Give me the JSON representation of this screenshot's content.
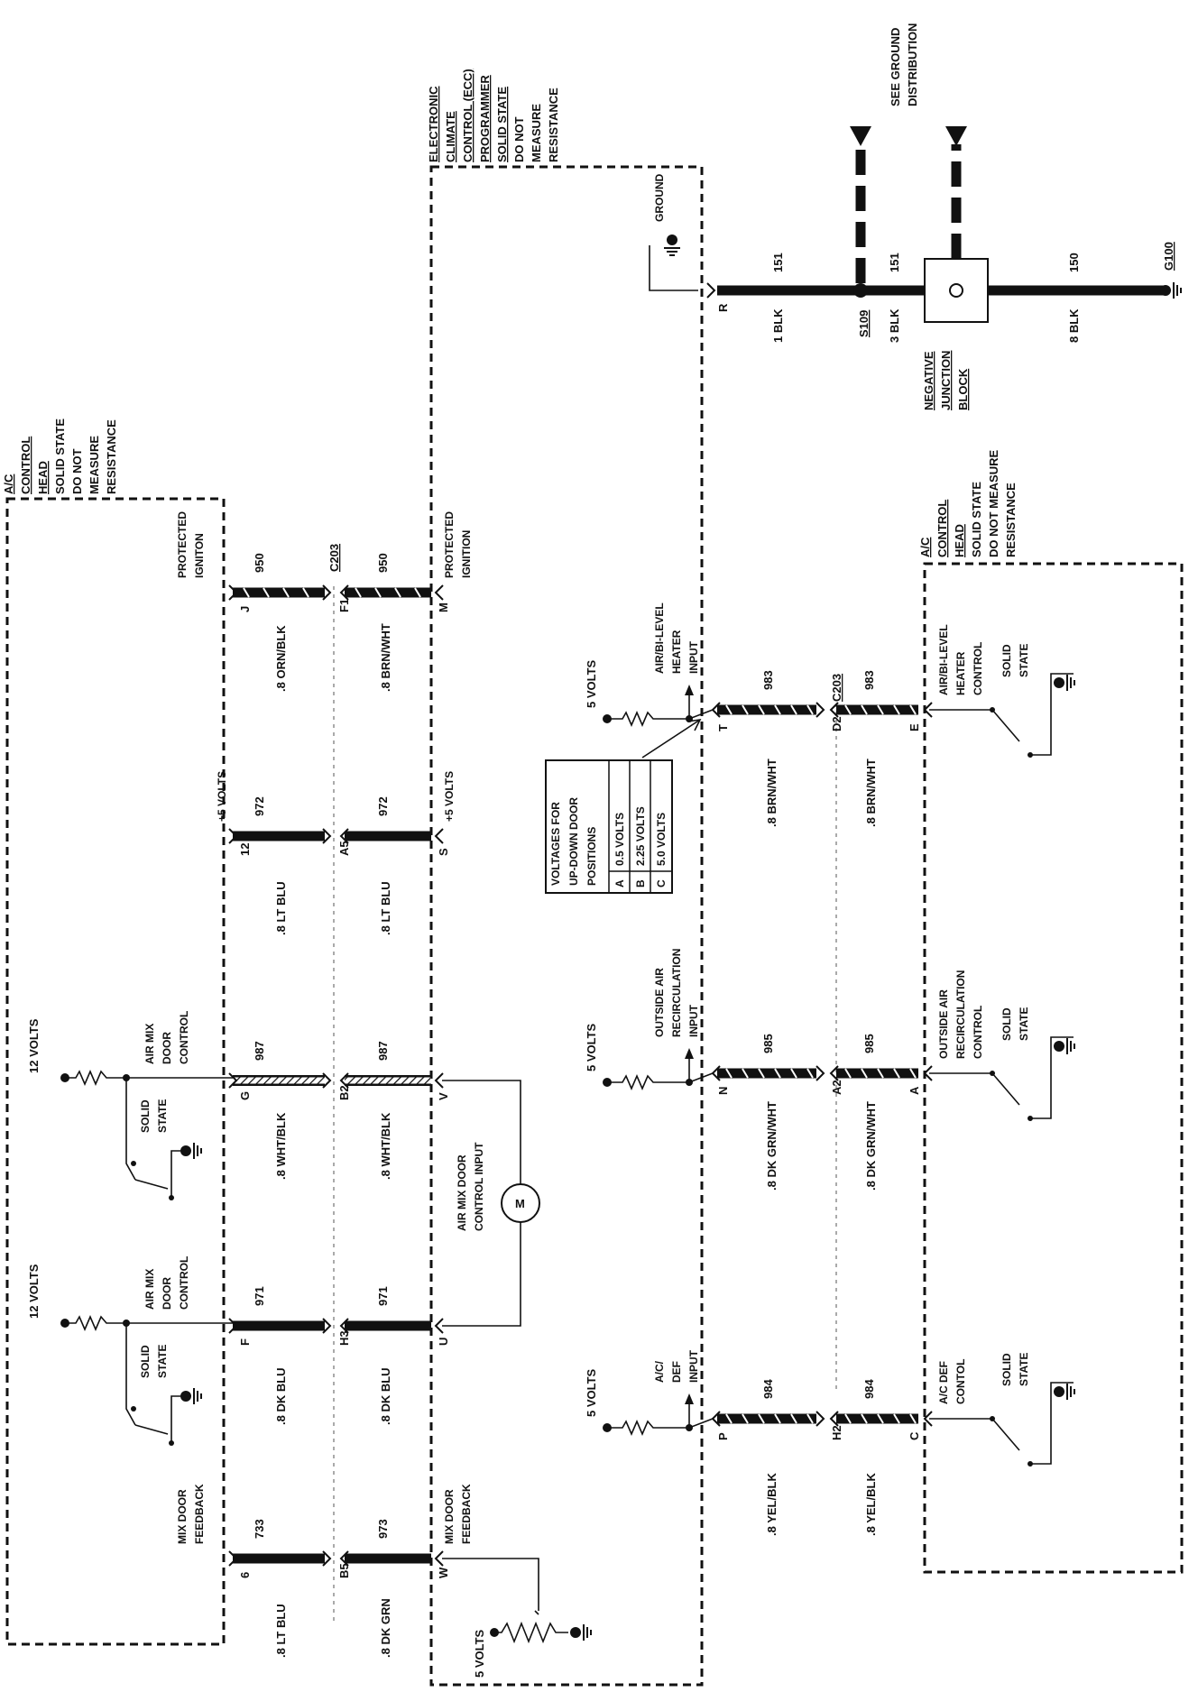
{
  "modules": {
    "ecc": {
      "lines": [
        "ELECTRONIC",
        "CLIMATE",
        "CONTROL (ECC)",
        "PROGRAMMER",
        "SOLID STATE",
        "DO NOT",
        "MEASURE",
        "RESISTANCE"
      ]
    },
    "ac_head_left": {
      "lines": [
        "A/C",
        "CONTROL",
        "HEAD",
        "SOLID STATE",
        "DO NOT",
        "MEASURE",
        "RESISTANCE"
      ]
    },
    "ac_head_right": {
      "lines": [
        "A/C",
        "CONTROL",
        "HEAD",
        "SOLID STATE",
        "DO NOT MEASURE",
        "RESISTANCE"
      ]
    }
  },
  "ground_note": {
    "lines": [
      "SEE GROUND",
      "DISTRIBUTION"
    ]
  },
  "ground": {
    "label": "GROUND",
    "pin": "R",
    "wire_num_1": "151",
    "wire_color_1": "1 BLK",
    "splice": "S109",
    "wire_num_2": "151",
    "wire_color_2": "3 BLK",
    "junction_lines": [
      "NEGATIVE",
      "JUNCTION",
      "BLOCK"
    ],
    "wire_num_3": "150",
    "wire_color_3": "8 BLK",
    "ground_id": "G100"
  },
  "connector_c203": "C203",
  "left_circuits": [
    {
      "label_lines": [
        "PROTECTED",
        "IGNITON"
      ],
      "pin_left": "J",
      "wire_num_left": "950",
      "wire_color_left": ".8 ORN/BLK",
      "pin_c203": "F1",
      "wire_num_right": "950",
      "wire_color_right": ".8 BRN/WHT",
      "pin_ecc": "M",
      "ecc_label_lines": [
        "PROTECTED",
        "IGNITION"
      ]
    },
    {
      "label_lines": [
        "+5 VOLTS"
      ],
      "pin_left": "12",
      "wire_num_left": "972",
      "wire_color_left": ".8 LT BLU",
      "pin_c203": "A5",
      "wire_num_right": "972",
      "wire_color_right": ".8 LT BLU",
      "pin_ecc": "S",
      "ecc_label_lines": [
        "+5 VOLTS"
      ]
    },
    {
      "label_lines": [
        "AIR MIX",
        "DOOR",
        "CONTROL"
      ],
      "volts": "12 VOLTS",
      "switch_label_lines": [
        "SOLID",
        "STATE"
      ],
      "pin_left": "G",
      "wire_num_left": "987",
      "wire_color_left": ".8 WHT/BLK",
      "pin_c203": "B2",
      "wire_num_right": "987",
      "wire_color_right": ".8 WHT/BLK",
      "pin_ecc": "V"
    },
    {
      "label_lines": [
        "AIR MIX",
        "DOOR",
        "CONTROL"
      ],
      "volts": "12 VOLTS",
      "switch_label_lines": [
        "SOLID",
        "STATE"
      ],
      "pin_left": "F",
      "wire_num_left": "971",
      "wire_color_left": ".8 DK BLU",
      "pin_c203": "H3",
      "wire_num_right": "971",
      "wire_color_right": ".8 DK BLU",
      "pin_ecc": "U"
    },
    {
      "label_lines": [
        "MIX DOOR",
        "FEEDBACK"
      ],
      "pin_left": "6",
      "wire_num_left": "733",
      "wire_color_left": ".8 LT BLU",
      "pin_c203": "B5",
      "wire_num_right": "973",
      "wire_color_right": ".8 DK GRN",
      "pin_ecc": "W",
      "ecc_label_lines": [
        "MIX DOOR",
        "FEEDBACK"
      ]
    }
  ],
  "motor": {
    "label_lines": [
      "AIR MIX DOOR",
      "CONTROL INPUT"
    ],
    "symbol": "M"
  },
  "feedback_source": {
    "volts": "5 VOLTS"
  },
  "right_circuits": [
    {
      "ecc_label_lines": [
        "AIR/BI-LEVEL",
        "HEATER",
        "INPUT"
      ],
      "volts": "5 VOLTS",
      "pin_ecc": "T",
      "wire_num_left": "983",
      "wire_color_left": ".8 BRN/WHT",
      "pin_c203": "D2",
      "wire_num_right": "983",
      "wire_color_right": ".8 BRN/WHT",
      "pin_head": "E",
      "head_label_lines": [
        "AIR/BI-LEVEL",
        "HEATER",
        "CONTROL"
      ],
      "switch_label_lines": [
        "SOLID",
        "STATE"
      ]
    },
    {
      "ecc_label_lines": [
        "OUTSIDE AIR",
        "RECIRCULATION",
        "INPUT"
      ],
      "volts": "5 VOLTS",
      "pin_ecc": "N",
      "wire_num_left": "985",
      "wire_color_left": ".8 DK GRN/WHT",
      "pin_c203": "A2",
      "wire_num_right": "985",
      "wire_color_right": ".8 DK GRN/WHT",
      "pin_head": "A",
      "head_label_lines": [
        "OUTSIDE AIR",
        "RECIRCULATION",
        "CONTROL"
      ],
      "switch_label_lines": [
        "SOLID",
        "STATE"
      ]
    },
    {
      "ecc_label_lines": [
        "A/C/",
        "DEF",
        "INPUT"
      ],
      "volts": "5 VOLTS",
      "pin_ecc": "P",
      "wire_num_left": "984",
      "wire_color_left": ".8 YEL/BLK",
      "pin_c203": "H2",
      "wire_num_right": "984",
      "wire_color_right": ".8 YEL/BLK",
      "pin_head": "C",
      "head_label_lines": [
        "A/C DEF",
        "CONTOL"
      ],
      "switch_label_lines": [
        "SOLID",
        "STATE"
      ]
    }
  ],
  "voltage_table": {
    "header_lines": [
      "VOLTAGES FOR",
      "UP-DOWN DOOR",
      "POSITIONS"
    ],
    "rows": [
      {
        "key": "A",
        "value": "0.5 VOLTS"
      },
      {
        "key": "B",
        "value": "2.25 VOLTS"
      },
      {
        "key": "C",
        "value": "5.0 VOLTS"
      }
    ]
  }
}
